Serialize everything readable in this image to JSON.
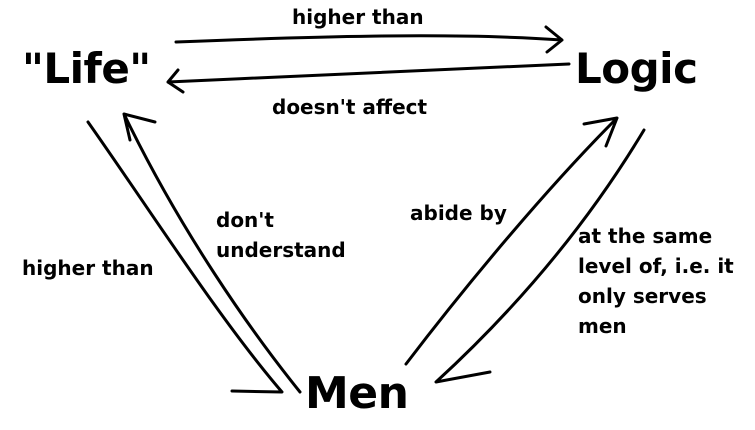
{
  "nodes": {
    "life": "\"Life\"",
    "logic": "Logic",
    "men": "Men"
  },
  "edges": {
    "life_to_logic": "higher than",
    "logic_to_life": "doesn't affect",
    "men_to_life": [
      "don't",
      "understand"
    ],
    "life_to_men": "higher than",
    "men_to_logic": "abide by",
    "logic_to_men": [
      "at the same",
      "level of, i.e. it",
      "only serves",
      "men"
    ]
  },
  "colors": {
    "ink": "#000000",
    "background": "#ffffff"
  }
}
